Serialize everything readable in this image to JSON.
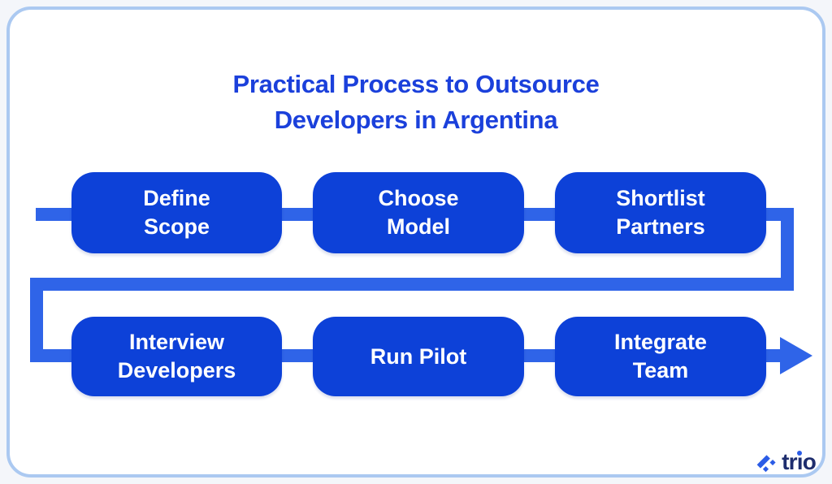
{
  "title": {
    "line1": "Practical Process to Outsource",
    "line2": "Developers in Argentina"
  },
  "steps": [
    {
      "label": "Define Scope",
      "lines": [
        "Define",
        "Scope"
      ]
    },
    {
      "label": "Choose Model",
      "lines": [
        "Choose",
        "Model"
      ]
    },
    {
      "label": "Shortlist Partners",
      "lines": [
        "Shortlist",
        "Partners"
      ]
    },
    {
      "label": "Interview Developers",
      "lines": [
        "Interview",
        "Developers"
      ]
    },
    {
      "label": "Run Pilot",
      "lines": [
        "Run Pilot"
      ]
    },
    {
      "label": "Integrate Team",
      "lines": [
        "Integrate",
        "Team"
      ]
    }
  ],
  "flow": {
    "direction": "left-to-right, wraps to second row, ends with right arrow"
  },
  "logo": {
    "text": "trio",
    "text_tr": "tr",
    "text_i": "ı",
    "text_o": "o"
  },
  "colors": {
    "page_bg": "#f4f6fa",
    "card_border": "#abc9f1",
    "box": "#0d41d8",
    "box_text": "#ffffff",
    "connector": "#2f64e8",
    "title": "#1b40db",
    "logo_text": "#1e2d6e",
    "logo_mark": "#2b5ce6"
  }
}
